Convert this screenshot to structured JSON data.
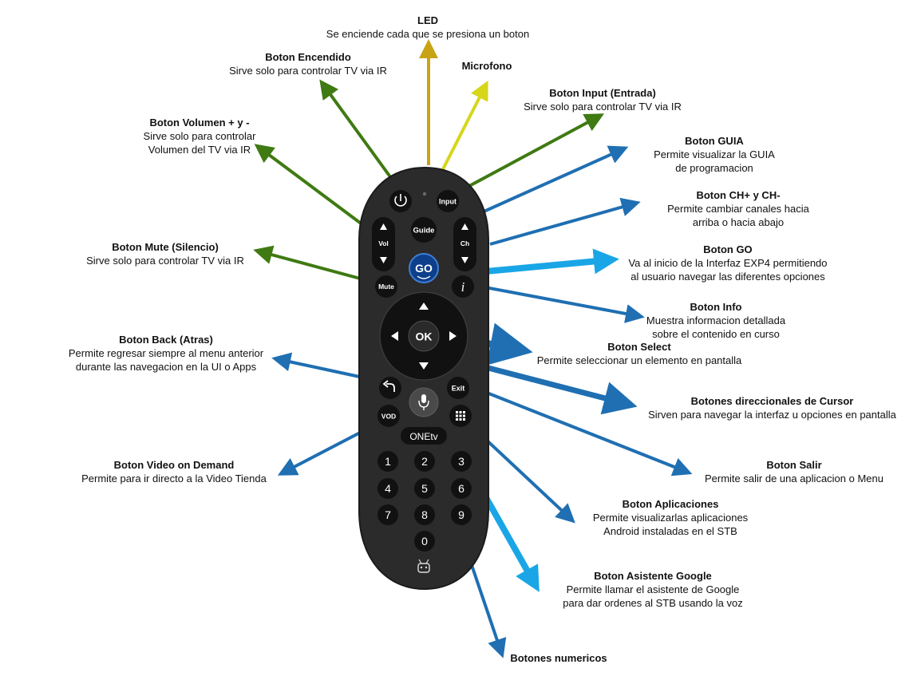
{
  "remote": {
    "buttons": {
      "input": "Input",
      "guide": "Guide",
      "vol": "Vol",
      "ch": "Ch",
      "go": "GO",
      "mute": "Mute",
      "info": "i",
      "ok": "OK",
      "exit": "Exit",
      "vod": "VOD",
      "brand": "ONEtv",
      "digits": [
        "1",
        "2",
        "3",
        "4",
        "5",
        "6",
        "7",
        "8",
        "9",
        "0"
      ]
    }
  },
  "labels": {
    "led": {
      "title": "LED",
      "desc": "Se enciende cada que se presiona un boton"
    },
    "power": {
      "title": "Boton Encendido",
      "desc": "Sirve solo para controlar TV via IR"
    },
    "mic": {
      "title": "Microfono",
      "desc": ""
    },
    "input": {
      "title": "Boton Input (Entrada)",
      "desc": "Sirve solo para controlar TV via IR"
    },
    "volume": {
      "title": "Boton Volumen + y -",
      "desc1": "Sirve solo para controlar",
      "desc2": "Volumen del TV via IR"
    },
    "guide": {
      "title": "Boton GUIA",
      "desc1": "Permite visualizar la GUIA",
      "desc2": "de programacion"
    },
    "channel": {
      "title": "Boton CH+ y CH-",
      "desc1": "Permite cambiar canales hacia",
      "desc2": "arriba o hacia abajo"
    },
    "mute": {
      "title": "Boton Mute (Silencio)",
      "desc": "Sirve solo para controlar TV via IR"
    },
    "go": {
      "title": "Boton GO",
      "desc1": "Va al inicio de la Interfaz EXP4 permitiendo",
      "desc2": "al usuario navegar las diferentes opciones"
    },
    "info": {
      "title": "Boton Info",
      "desc1": "Muestra informacion detallada",
      "desc2": "sobre el contenido en curso"
    },
    "back": {
      "title": "Boton Back (Atras)",
      "desc1": "Permite regresar siempre al menu anterior",
      "desc2": "durante las navegacion en la UI o Apps"
    },
    "select": {
      "title": "Boton Select",
      "desc": "Permite seleccionar un elemento en pantalla"
    },
    "cursor": {
      "title": "Botones direccionales de Cursor",
      "desc": "Sirven para navegar la interfaz u opciones en pantalla"
    },
    "vod": {
      "title": "Boton Video on Demand",
      "desc": "Permite para ir directo a la Video Tienda"
    },
    "exit": {
      "title": "Boton Salir",
      "desc": "Permite salir de una aplicacion o Menu"
    },
    "apps": {
      "title": "Boton Aplicaciones",
      "desc1": "Permite visualizarlas aplicaciones",
      "desc2": "Android instaladas en el STB"
    },
    "assistant": {
      "title": "Boton Asistente Google",
      "desc1": "Permite llamar el asistente de Google",
      "desc2": "para dar ordenes al STB usando la voz"
    },
    "numbers": {
      "title": "Botones numericos"
    }
  },
  "colors": {
    "green": "#3f7a12",
    "gold": "#c8a414",
    "yellow": "#d6d61a",
    "blue": "#1f6fb2",
    "cyan": "#1aa6e6",
    "remote_body": "#2b2b2b",
    "remote_button": "#111111"
  }
}
